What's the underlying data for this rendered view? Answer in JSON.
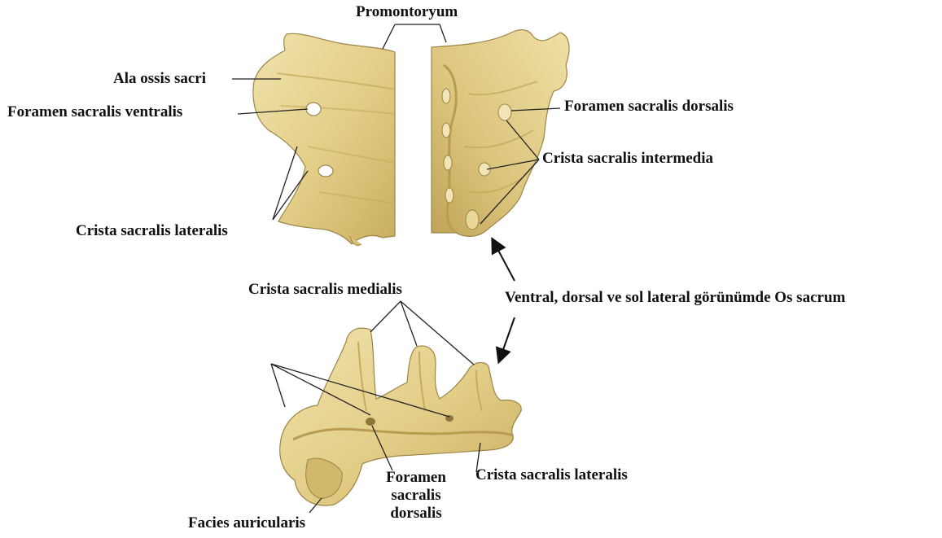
{
  "labels": {
    "promontoryum": "Promontoryum",
    "ala_ossis_sacri": "Ala ossis sacri",
    "foramen_sacralis_ventralis": "Foramen sacralis ventralis",
    "foramen_sacralis_dorsalis_top": "Foramen sacralis dorsalis",
    "crista_sacralis_intermedia": "Crista sacralis intermedia",
    "crista_sacralis_lateralis_top": "Crista sacralis lateralis",
    "crista_sacralis_medialis": "Crista sacralis medialis",
    "view_caption": "Ventral, dorsal ve sol lateral görünümde Os sacrum",
    "foramen_line1": "Foramen",
    "foramen_line2": "sacralis",
    "foramen_line3": "dorsalis",
    "crista_sacralis_lateralis_bottom": "Crista sacralis lateralis",
    "facies_auricularis": "Facies auricularis"
  },
  "colors": {
    "bone_fill": "#e4d08c",
    "bone_shadow": "#c7ac5c",
    "bone_highlight": "#f3e7b6",
    "bone_outline": "#9c8446",
    "leader_line": "#222222"
  }
}
